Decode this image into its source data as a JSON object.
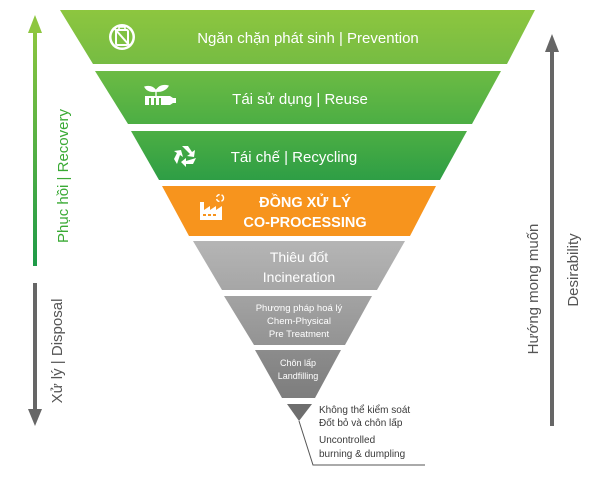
{
  "diagram": {
    "title": "Waste management hierarchy",
    "layers": [
      {
        "id": "prevention",
        "label": "Ngăn chặn phát sinh | Prevention",
        "icon": "no-plastic-bag-icon",
        "color_top": "#8dc63f",
        "color_bottom": "#76bc43"
      },
      {
        "id": "reuse",
        "label": "Tái sử dụng | Reuse",
        "icon": "plant-bottle-icon",
        "color_top": "#6cbb44",
        "color_bottom": "#4cae44"
      },
      {
        "id": "recycling",
        "label": "Tái chế | Recycling",
        "icon": "recycle-icon",
        "color_top": "#4cae44",
        "color_bottom": "#2e9e45"
      },
      {
        "id": "co-processing",
        "label_line1": "ĐỒNG XỬ LÝ",
        "label_line2": "CO-PROCESSING",
        "icon": "factory-recycle-icon",
        "color_top": "#f7941d",
        "color_bottom": "#f7941d"
      },
      {
        "id": "incineration",
        "label_line1": "Thiêu đốt",
        "label_line2": "Incineration",
        "color_top": "#b5b5b5",
        "color_bottom": "#a8a8a8"
      },
      {
        "id": "chem-physical",
        "label_line1": "Phương pháp hoá lý",
        "label_line2": "Chem-Physical",
        "label_line3": "Pre Treatment",
        "color_top": "#a3a3a3",
        "color_bottom": "#939393"
      },
      {
        "id": "landfilling",
        "label_line1": "Chôn lấp",
        "label_line2": "Landfilling",
        "color_top": "#8c8c8c",
        "color_bottom": "#7d7d7d"
      },
      {
        "id": "uncontrolled",
        "color_top": "#707070",
        "color_bottom": "#666666"
      }
    ],
    "uncontrolled_note": {
      "line1": "Không thể kiểm soát",
      "line2": "Đốt bỏ và chôn lấp",
      "line3": "Uncontrolled",
      "line4": "burning & dumpling"
    },
    "left_axis": {
      "recovery_label": "Phục hồi | Recovery",
      "recovery_color": "#3aaa35",
      "disposal_label": "Xử lý | Disposal",
      "disposal_color": "#666666"
    },
    "right_axis": {
      "label_vi": "Hướng mong muốn",
      "label_en": "Desirability",
      "color": "#666666"
    }
  }
}
